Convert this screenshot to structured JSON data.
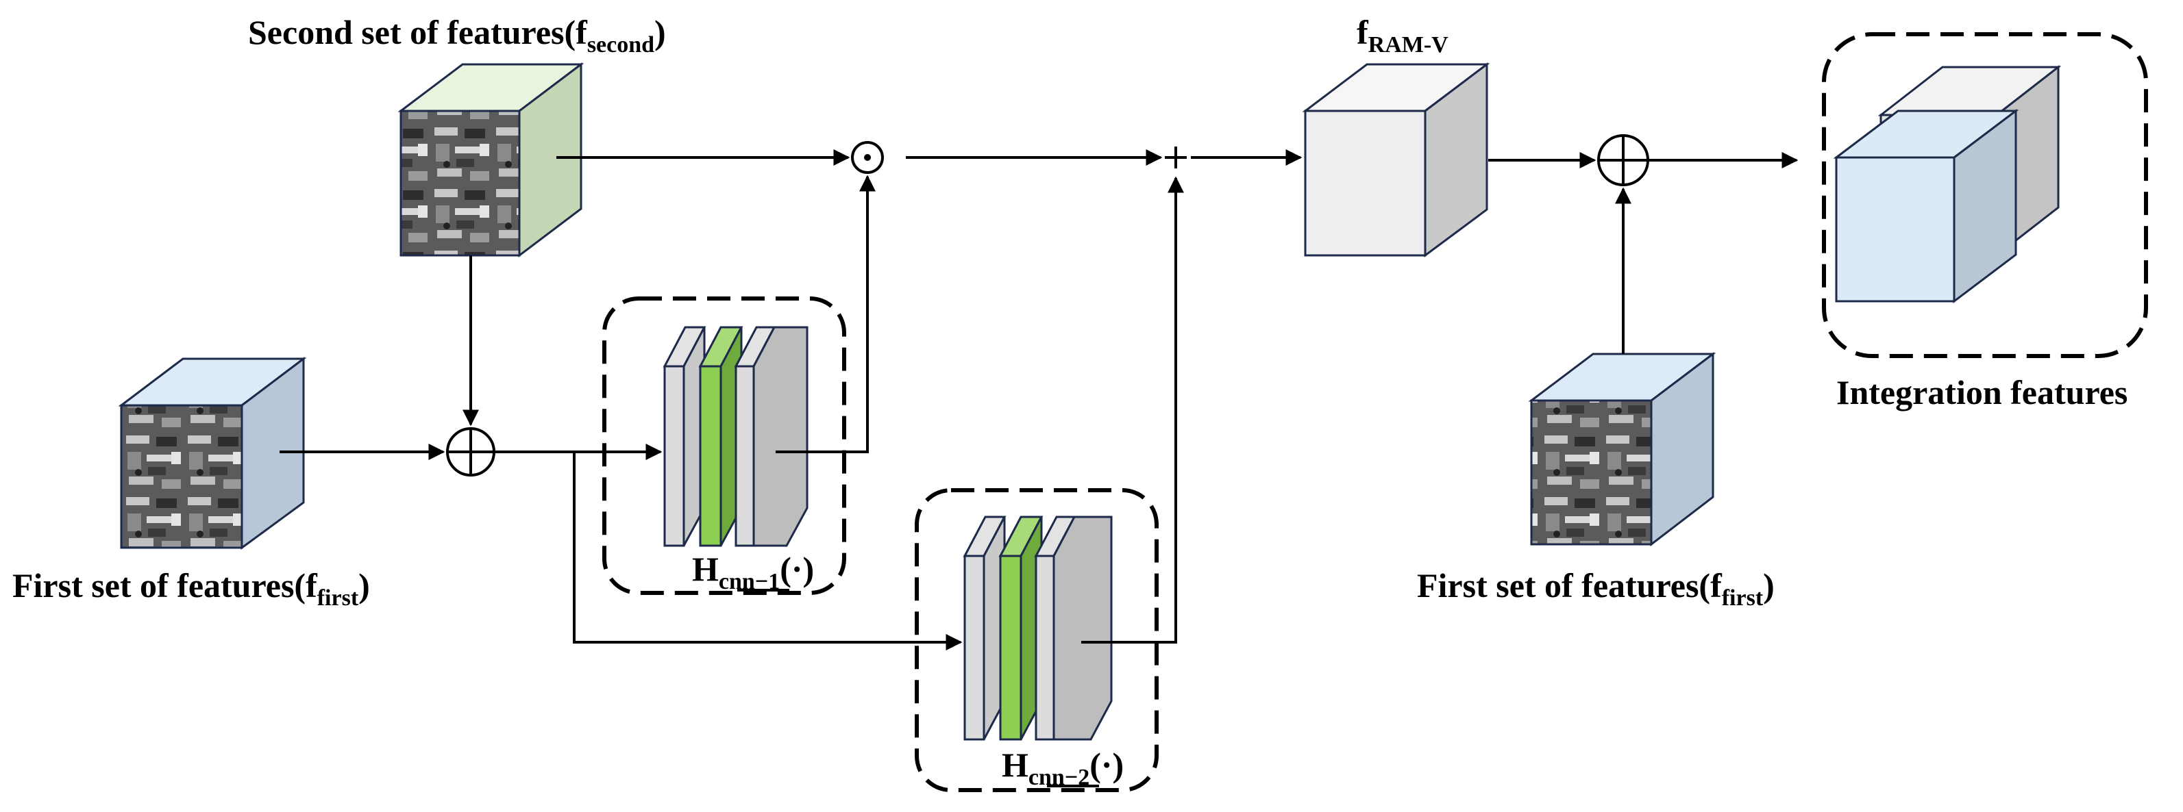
{
  "labels": {
    "second_set_main": "Second set of features(f",
    "second_set_sub": "second",
    "second_set_close": ")",
    "first_set_main": "First set of features(f",
    "first_set_sub": "first",
    "first_set_close": ")",
    "first_set_right_main": "First set of features(f",
    "first_set_right_sub": "first",
    "first_set_right_close": ")",
    "fram_main": "f",
    "fram_sub": "RAM-V",
    "hcnn1_main": "H",
    "hcnn1_sub": "cnn−1",
    "hcnn1_arg": "(·)",
    "hcnn2_main": "H",
    "hcnn2_sub": "cnn−2",
    "hcnn2_arg": "(·)",
    "integration": "Integration features"
  },
  "operators": {
    "elementwise_product": "⊙",
    "addition": "+",
    "concat_left": "⊕",
    "concat_right": "⊕"
  },
  "colors": {
    "second_cube_top": "#e9f4df",
    "second_cube_side": "#c5d6b4",
    "first_cube_top": "#ddeaf7",
    "first_cube_side": "#b7c7d8",
    "gray_cube_front": "#eeeeee",
    "gray_cube_side": "#c9c9c9",
    "layer_gray": "#dcdcdc",
    "layer_green": "#8ccf52",
    "layer_dark": "#bdbdbd",
    "int_front": "#dce9f7",
    "int_side": "#b9c6d3"
  }
}
